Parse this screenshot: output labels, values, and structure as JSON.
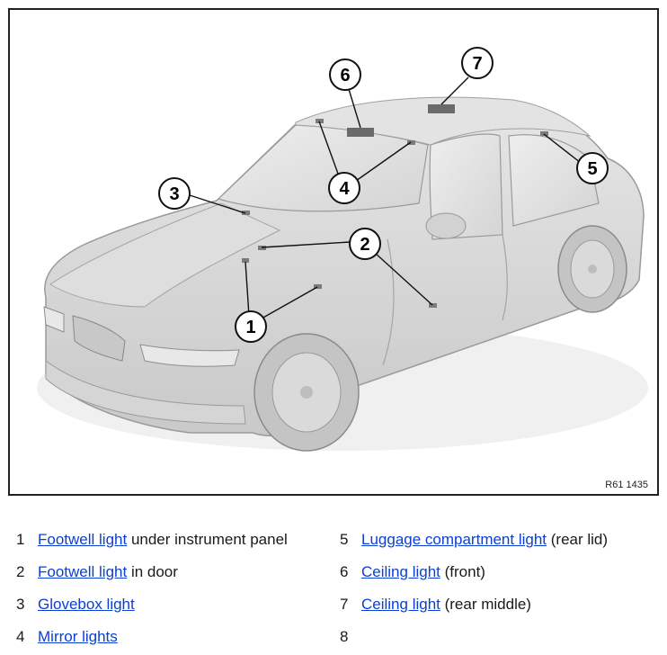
{
  "figure": {
    "reference_code": "R61 1435",
    "callouts": [
      "1",
      "2",
      "3",
      "4",
      "5",
      "6",
      "7"
    ]
  },
  "legend": [
    {
      "number": "1",
      "link": "Footwell light",
      "suffix": " under instrument panel"
    },
    {
      "number": "2",
      "link": "Footwell light",
      "suffix": " in door"
    },
    {
      "number": "3",
      "link": "Glovebox light",
      "suffix": ""
    },
    {
      "number": "4",
      "link": "Mirror lights",
      "suffix": ""
    },
    {
      "number": "5",
      "link": "Luggage compartment light",
      "suffix": " (rear lid)"
    },
    {
      "number": "6",
      "link": "Ceiling light",
      "suffix": " (front)"
    },
    {
      "number": "7",
      "link": "Ceiling light",
      "suffix": " (rear middle)"
    },
    {
      "number": "8",
      "link": "",
      "suffix": ""
    }
  ],
  "colors": {
    "link": "#0b3fd4",
    "car_body": "#d9d9d9",
    "frame": "#222222"
  }
}
